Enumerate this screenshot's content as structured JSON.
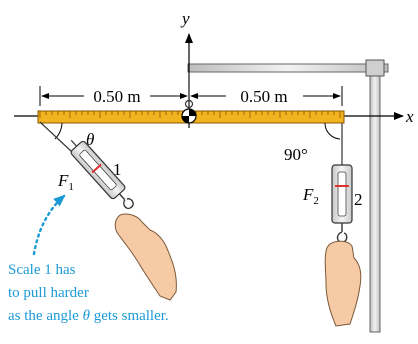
{
  "axes": {
    "x_label": "x",
    "y_label": "y"
  },
  "dimensions": {
    "left_length": "0.50 m",
    "right_length": "0.50 m"
  },
  "angles": {
    "theta": "θ",
    "right_angle": "90°"
  },
  "scales": {
    "left": {
      "force_symbol": "F",
      "force_subscript": "1",
      "number": "1"
    },
    "right": {
      "force_symbol": "F",
      "force_subscript": "2",
      "number": "2"
    }
  },
  "annotation": {
    "lines": [
      "Scale 1 has",
      "to pull harder",
      "as the angle ",
      " gets smaller."
    ],
    "theta": "θ"
  },
  "colors": {
    "stick": "#f2b320",
    "annotation": "#1a9ad6",
    "spring_mark": "#e03030",
    "post": "#d8d8d8",
    "hand": "#f7caa6"
  }
}
